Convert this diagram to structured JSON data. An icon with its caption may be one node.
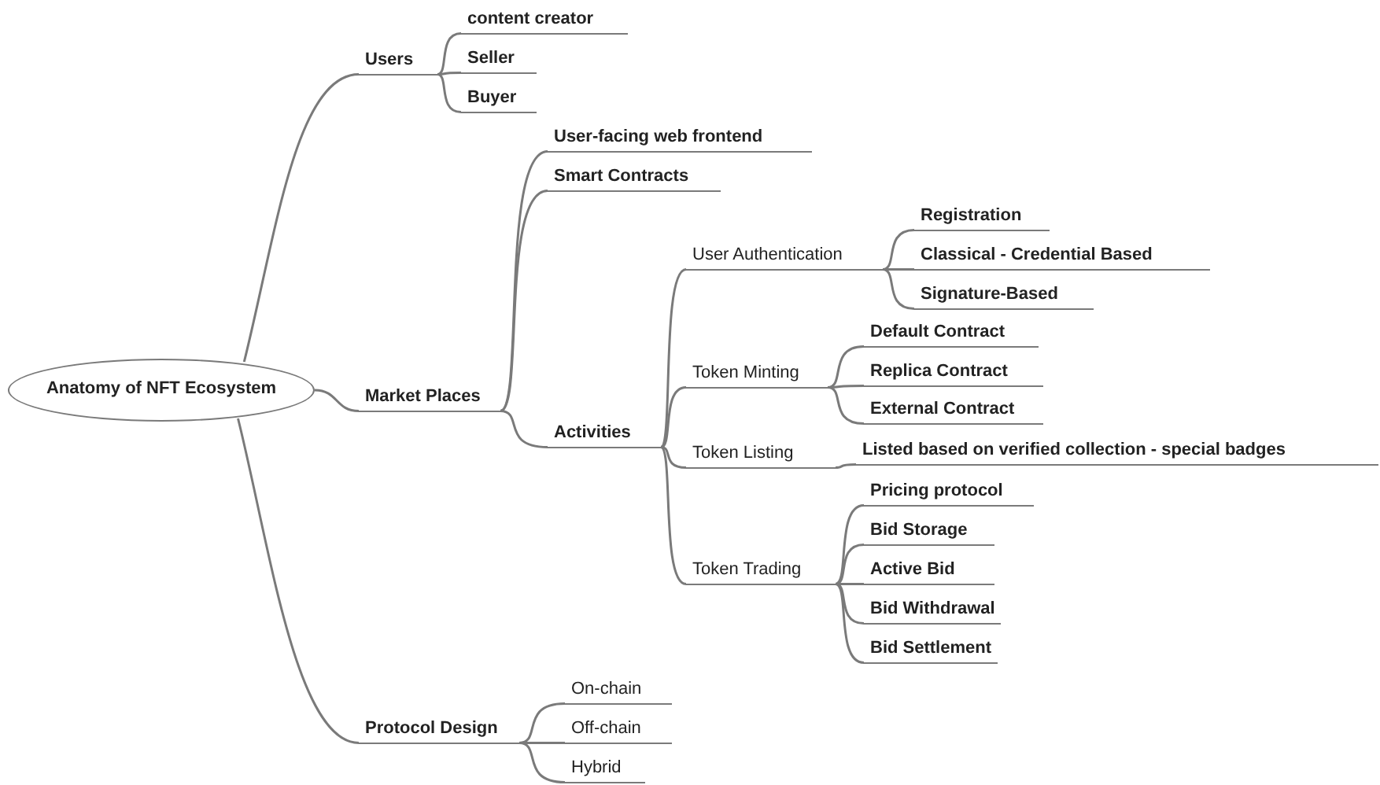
{
  "diagram": {
    "nodes": [
      {
        "text": [
          "Anatomy of NFT Ecosystem"
        ]
      },
      {
        "text": [
          "Users"
        ]
      },
      {
        "text": [
          "content creator"
        ]
      },
      {
        "text": [
          "Seller"
        ]
      },
      {
        "text": [
          "Buyer"
        ]
      },
      {
        "text": [
          "Market Places"
        ]
      },
      {
        "text": [
          "User-facing web frontend"
        ]
      },
      {
        "text": [
          "Smart Contracts"
        ]
      },
      {
        "text": [
          "Activities"
        ]
      },
      {
        "text": [
          "User Authentication"
        ]
      },
      {
        "text": [
          "Registration"
        ]
      },
      {
        "text": [
          "Classical - Credential Based"
        ]
      },
      {
        "text": [
          "Signature-Based"
        ]
      },
      {
        "text": [
          "Token Minting"
        ]
      },
      {
        "text": [
          "Default Contract"
        ]
      },
      {
        "text": [
          "Replica Contract"
        ]
      },
      {
        "text": [
          "External Contract"
        ]
      },
      {
        "text": [
          "Token Listing"
        ]
      },
      {
        "text": [
          "Listed based on verified collection - special badges"
        ]
      },
      {
        "text": [
          "Token Trading"
        ]
      },
      {
        "text": [
          "Pricing protocol"
        ]
      },
      {
        "text": [
          "Bid Storage"
        ]
      },
      {
        "text": [
          "Active Bid"
        ]
      },
      {
        "text": [
          "Bid Withdrawal"
        ]
      },
      {
        "text": [
          "Bid Settlement"
        ]
      },
      {
        "text": [
          "Protocol Design"
        ]
      },
      {
        "text": [
          "On-chain"
        ]
      },
      {
        "text": [
          "Off-chain"
        ]
      },
      {
        "text": [
          "Hybrid"
        ]
      }
    ],
    "edges": [
      {
        "from": 0,
        "to": 1,
        "arrow": "none"
      },
      {
        "from": 1,
        "to": 2,
        "arrow": "none"
      },
      {
        "from": 1,
        "to": 3,
        "arrow": "none"
      },
      {
        "from": 1,
        "to": 4,
        "arrow": "none"
      },
      {
        "from": 0,
        "to": 5,
        "arrow": "none"
      },
      {
        "from": 5,
        "to": 6,
        "arrow": "none"
      },
      {
        "from": 5,
        "to": 7,
        "arrow": "none"
      },
      {
        "from": 5,
        "to": 8,
        "arrow": "none"
      },
      {
        "from": 8,
        "to": 9,
        "arrow": "none"
      },
      {
        "from": 9,
        "to": 10,
        "arrow": "none"
      },
      {
        "from": 9,
        "to": 11,
        "arrow": "none"
      },
      {
        "from": 9,
        "to": 12,
        "arrow": "none"
      },
      {
        "from": 8,
        "to": 13,
        "arrow": "none"
      },
      {
        "from": 13,
        "to": 14,
        "arrow": "none"
      },
      {
        "from": 13,
        "to": 15,
        "arrow": "none"
      },
      {
        "from": 13,
        "to": 16,
        "arrow": "none"
      },
      {
        "from": 8,
        "to": 17,
        "arrow": "none"
      },
      {
        "from": 17,
        "to": 18,
        "arrow": "none"
      },
      {
        "from": 8,
        "to": 19,
        "arrow": "none"
      },
      {
        "from": 19,
        "to": 20,
        "arrow": "none"
      },
      {
        "from": 19,
        "to": 21,
        "arrow": "none"
      },
      {
        "from": 19,
        "to": 22,
        "arrow": "none"
      },
      {
        "from": 19,
        "to": 23,
        "arrow": "none"
      },
      {
        "from": 19,
        "to": 24,
        "arrow": "none"
      },
      {
        "from": 0,
        "to": 25,
        "arrow": "none"
      },
      {
        "from": 25,
        "to": 26,
        "arrow": "none"
      },
      {
        "from": 25,
        "to": 27,
        "arrow": "none"
      },
      {
        "from": 25,
        "to": 28,
        "arrow": "none"
      }
    ]
  }
}
